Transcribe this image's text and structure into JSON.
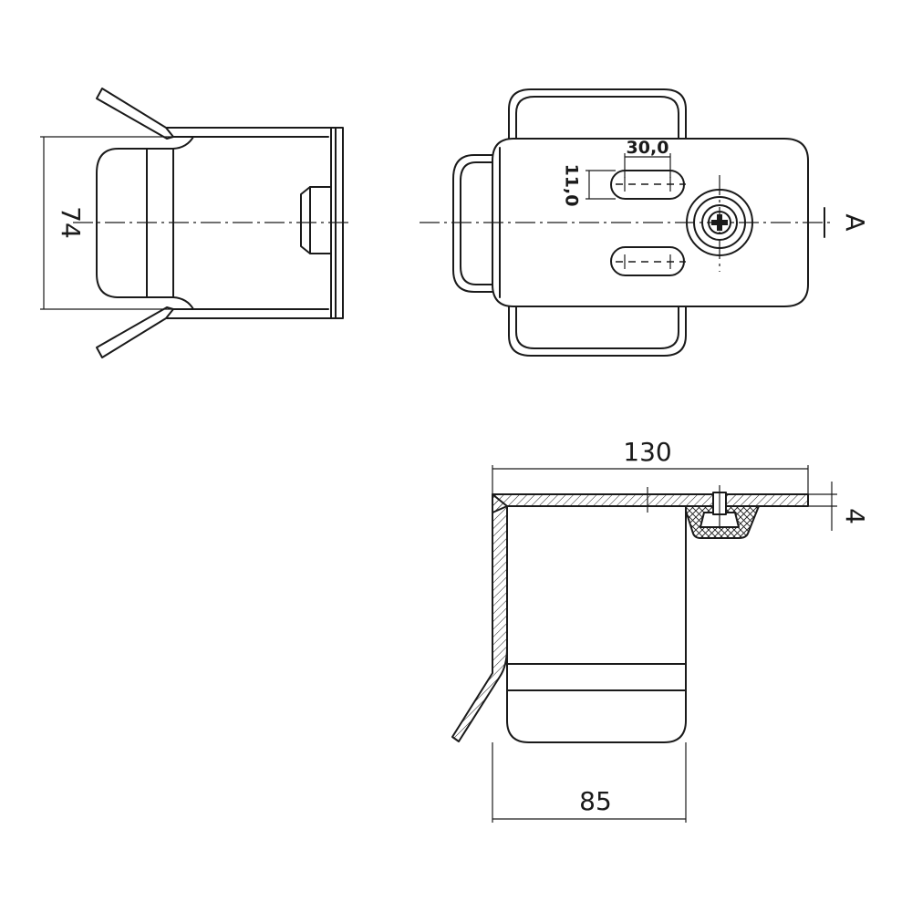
{
  "dimensions": {
    "height_74": "74",
    "slot_length": "30,0",
    "slot_width": "11,0",
    "section_label": "A",
    "length_130": "130",
    "thickness_4": "4",
    "depth_85": "85"
  },
  "colors": {
    "line": "#1a1a1a",
    "background": "#ffffff"
  }
}
